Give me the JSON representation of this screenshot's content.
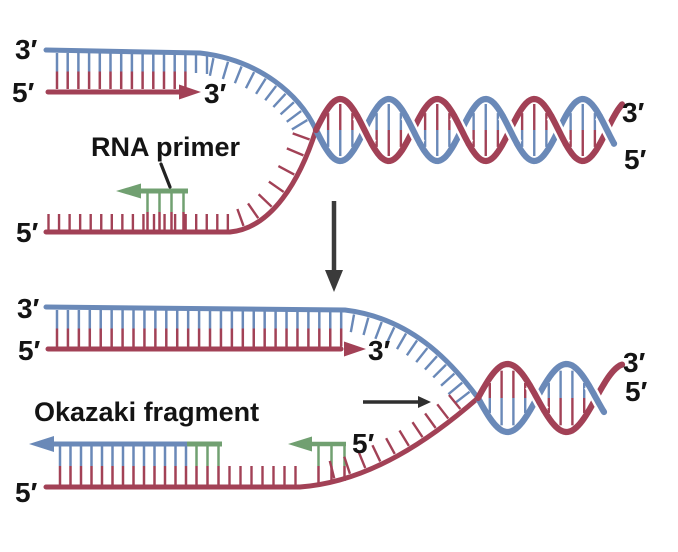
{
  "figure": {
    "background": "#ffffff",
    "colors": {
      "strand_blue": "#6a89b8",
      "strand_red": "#a24156",
      "primer_green": "#71a071",
      "arrow_dark": "#3b3b3b",
      "label_color": "#141414"
    },
    "top_panel": {
      "template_3prime": "3′",
      "leading_5prime": "5′",
      "leading_3prime": "3′",
      "rna_primer_label": "RNA primer",
      "lagging_template_5prime": "5′",
      "helix_3prime": "3′",
      "helix_5prime": "5′"
    },
    "bottom_panel": {
      "template_3prime": "3′",
      "leading_5prime": "5′",
      "leading_3prime": "3′",
      "okazaki_label": "Okazaki fragment",
      "primer_5prime": "5′",
      "lagging_template_5prime": "5′",
      "helix_3prime": "3′",
      "helix_5prime": "5′"
    }
  }
}
